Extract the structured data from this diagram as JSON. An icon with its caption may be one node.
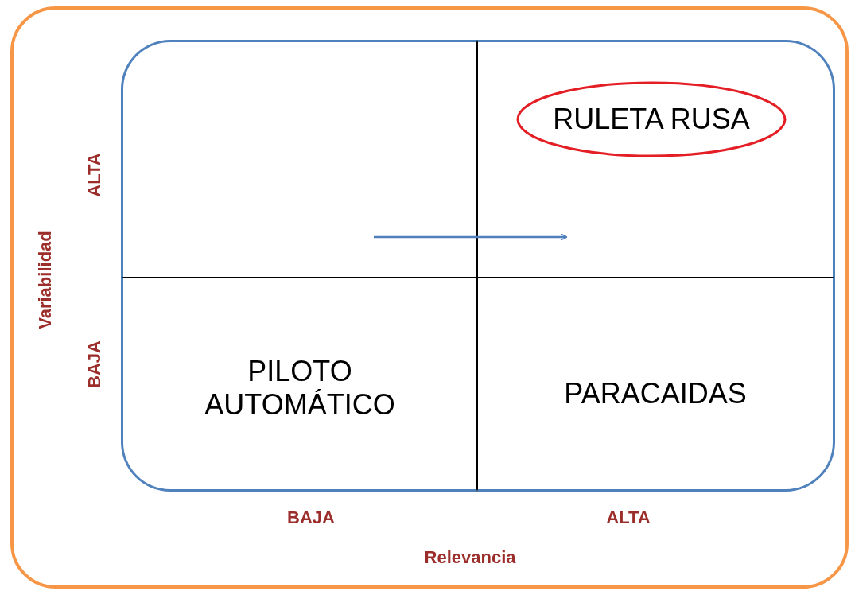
{
  "diagram": {
    "nodes": [
      {
        "text": [],
        "shape": "box"
      },
      {
        "text": [],
        "shape": "box"
      },
      {
        "text": [
          "RULETA RUSA"
        ],
        "in": 1
      },
      {
        "text": [
          "PILOTO AUTOMÁTICO"
        ]
      },
      {
        "text": [
          "PARACAIDAS"
        ]
      }
    ],
    "edges": [
      {
        "from": 0,
        "to": 1,
        "arrow": "to"
      }
    ],
    "labels": [
      "ALTA",
      "Variabilidad",
      "BAJA",
      "BAJA",
      "ALTA",
      "Relevancia"
    ]
  }
}
